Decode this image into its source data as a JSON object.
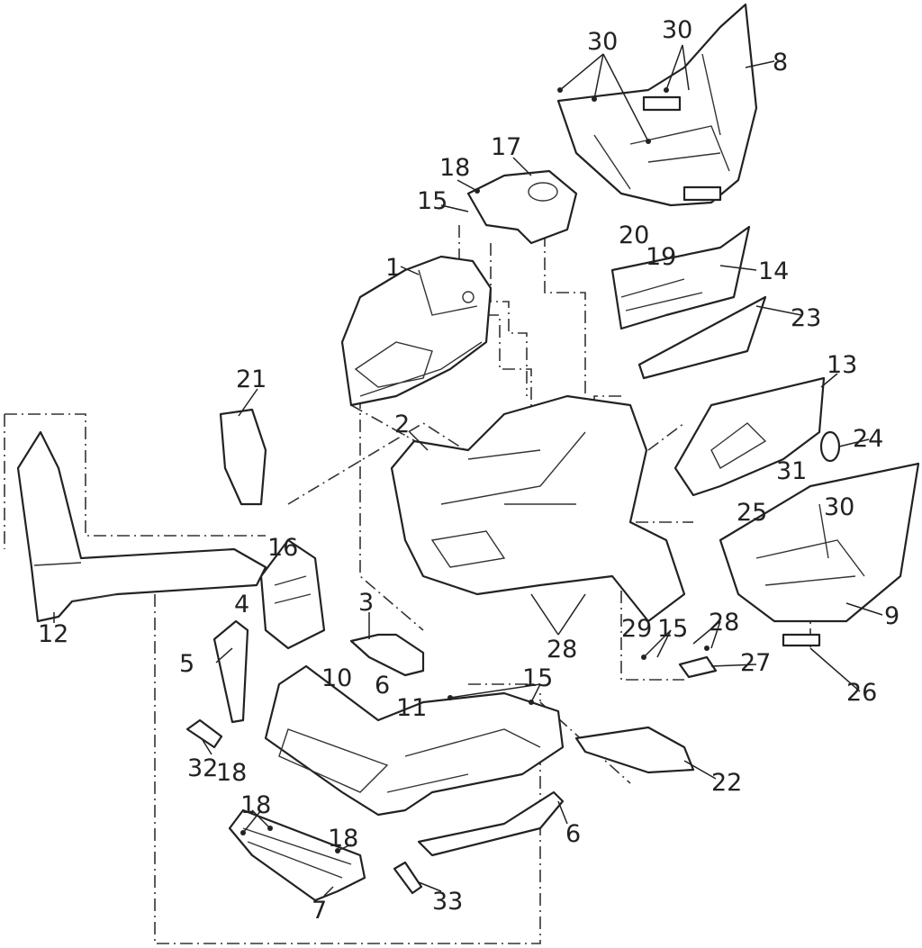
{
  "diagram": {
    "type": "exploded-parts-diagram",
    "callouts": [
      "30",
      "30",
      "8",
      "17",
      "18",
      "15",
      "1",
      "20",
      "19",
      "14",
      "23",
      "13",
      "21",
      "2",
      "24",
      "31",
      "25",
      "30",
      "16",
      "4",
      "3",
      "12",
      "5",
      "28",
      "29",
      "15",
      "28",
      "10",
      "6",
      "11",
      "27",
      "9",
      "15",
      "26",
      "32",
      "18",
      "22",
      "18",
      "18",
      "6",
      "33",
      "7"
    ]
  }
}
